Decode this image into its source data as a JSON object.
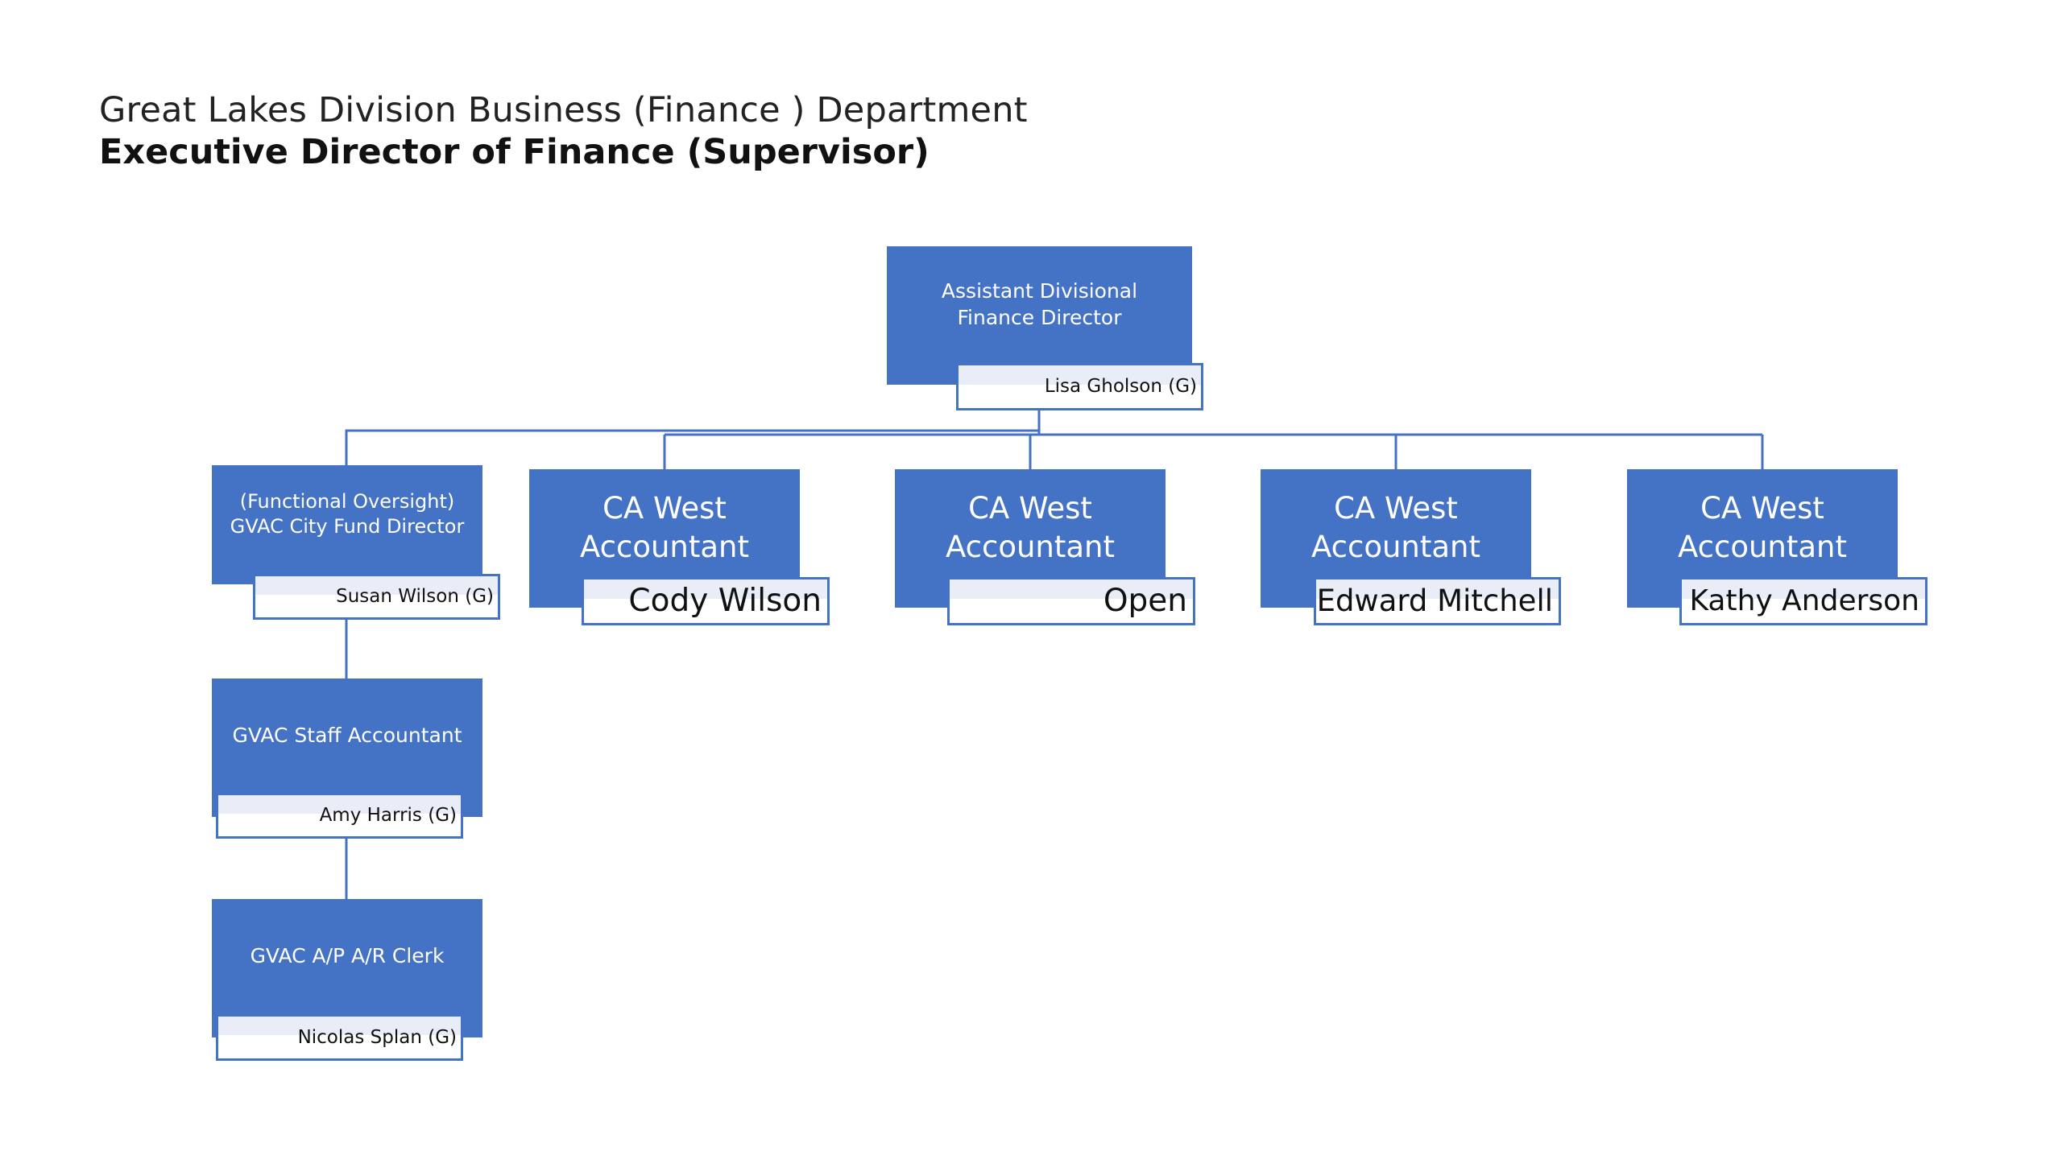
{
  "header": {
    "line1": "Great Lakes Division Business (Finance ) Department",
    "line2": "Executive Director of Finance (Supervisor)"
  },
  "org": {
    "root": {
      "role": "Assistant Divisional Finance Director",
      "name": "Lisa Gholson (G)"
    },
    "oversight": {
      "role": "(Functional Oversight) GVAC City Fund Director",
      "name": "Susan Wilson (G)"
    },
    "staff_accountant": {
      "role": "GVAC Staff Accountant",
      "name": "Amy Harris (G)"
    },
    "clerk": {
      "role": "GVAC A/P A/R Clerk",
      "name": "Nicolas Splan (G)"
    },
    "accountants": [
      {
        "role": "CA West Accountant",
        "name": "Cody Wilson"
      },
      {
        "role": "CA West Accountant",
        "name": "Open"
      },
      {
        "role": "CA West Accountant",
        "name": "Edward Mitchell"
      },
      {
        "role": "CA West Accountant",
        "name": "Kathy Anderson"
      }
    ]
  },
  "colors": {
    "card_fill": "#4472c4",
    "card_text": "#ffffff",
    "connector": "#4472c4",
    "name_box_border": "#4472c4"
  }
}
